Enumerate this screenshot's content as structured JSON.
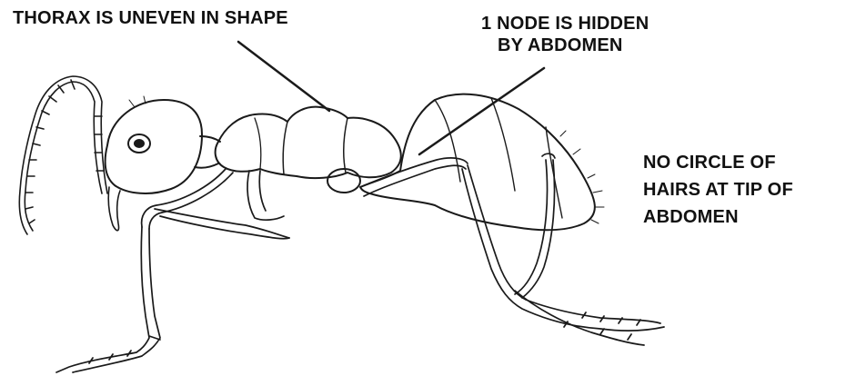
{
  "labels": {
    "thorax": "THORAX IS UNEVEN IN SHAPE",
    "node": {
      "line1": "1 NODE IS HIDDEN",
      "line2": "BY ABDOMEN"
    },
    "hairs": {
      "line1": "NO CIRCLE OF",
      "line2": "HAIRS AT TIP OF",
      "line3": "ABDOMEN"
    }
  },
  "colors": {
    "ink": "#1a1a1a",
    "background": "#ffffff"
  }
}
